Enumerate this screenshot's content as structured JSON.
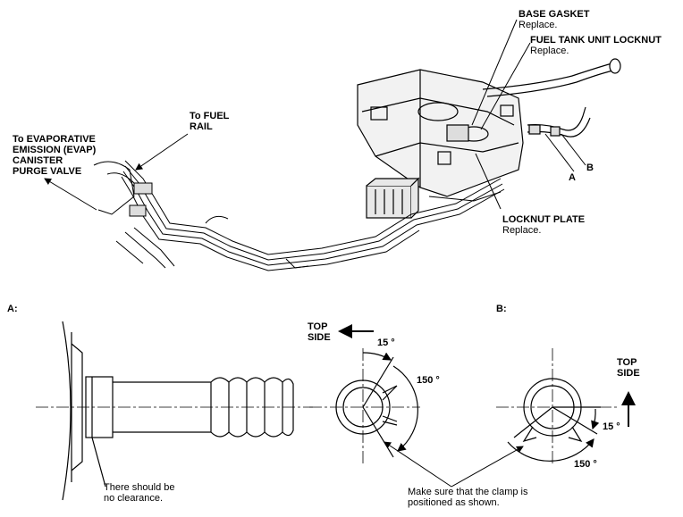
{
  "labels": {
    "base_gasket": "BASE GASKET",
    "base_gasket_note": "Replace.",
    "locknut": "FUEL TANK UNIT LOCKNUT",
    "locknut_note": "Replace.",
    "fuel_rail_1": "To FUEL",
    "fuel_rail_2": "RAIL",
    "evap_1": "To EVAPORATIVE",
    "evap_2": "EMISSION (EVAP)",
    "evap_3": "CANISTER",
    "evap_4": "PURGE VALVE",
    "point_a": "A",
    "point_b": "B",
    "locknut_plate": "LOCKNUT PLATE",
    "locknut_plate_note": "Replace.",
    "section_a": "A:",
    "section_b": "B:",
    "top_side_left_1": "TOP",
    "top_side_left_2": "SIDE",
    "top_side_right_1": "TOP",
    "top_side_right_2": "SIDE",
    "angle_15_left": "15 °",
    "angle_150_left": "150 °",
    "angle_15_right": "15 °",
    "angle_150_right": "150 °",
    "clearance_1": "There should be",
    "clearance_2": "no clearance.",
    "clamp_1": "Make sure that the clamp is",
    "clamp_2": "positioned as shown."
  }
}
